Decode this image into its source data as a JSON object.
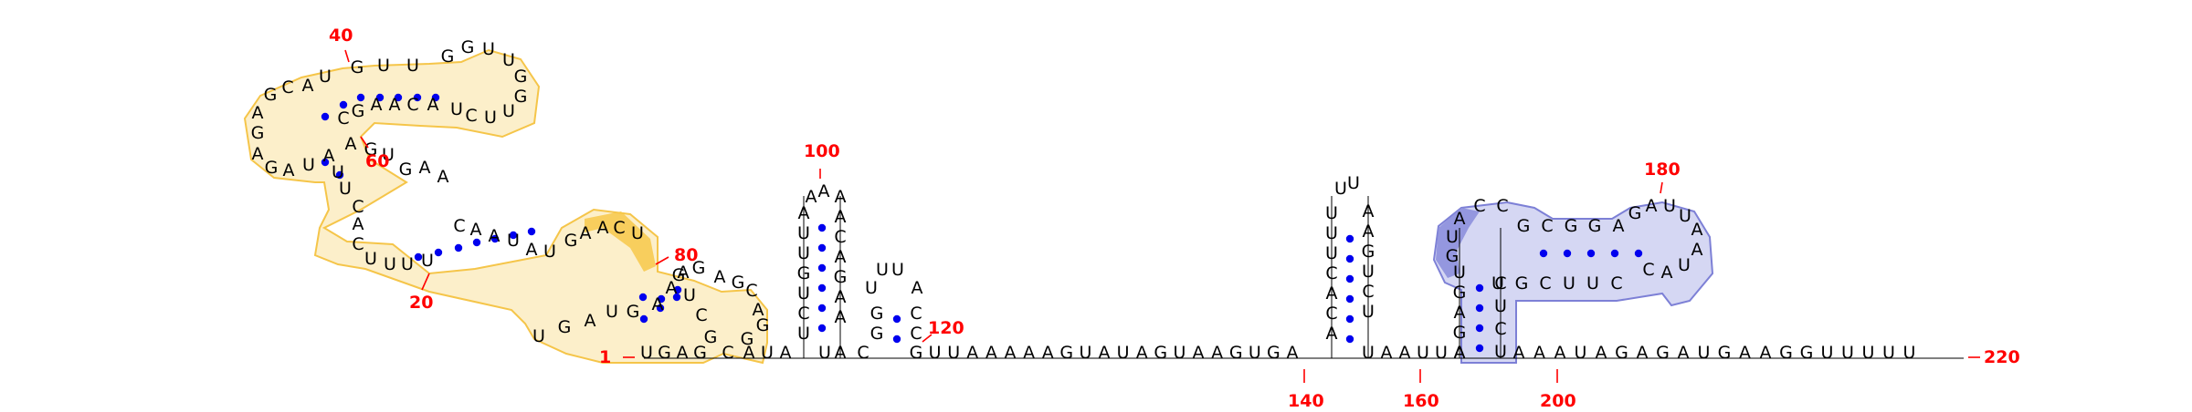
{
  "numbers": {
    "n1": "1",
    "n20": "20",
    "n40": "40",
    "n60": "60",
    "n80": "80",
    "n100": "100",
    "n120": "120",
    "n140": "140",
    "n160": "160",
    "n180": "180",
    "n200": "200",
    "n220": "220"
  },
  "colors": {
    "highlight_yellow_fill": "#fcefc8",
    "highlight_yellow_stroke": "#f5c240",
    "highlight_yellow_dark": "#f7c84a",
    "highlight_blue_fill": "#d5d7f3",
    "highlight_blue_stroke": "#7d80d6",
    "highlight_blue_dark": "#8d90dd",
    "base_pair": "#0000ee",
    "number_label": "#ff0000"
  },
  "segments": [
    {
      "id": "tail-5prime",
      "seq": [
        "U",
        "G",
        "A",
        "G"
      ]
    },
    {
      "id": "stem1-5prime",
      "seq": [
        "C"
      ]
    },
    {
      "id": "loop-a",
      "seq": [
        "A",
        "U",
        "A"
      ]
    },
    {
      "id": "hairpin-100-up",
      "seq": [
        "U",
        "C",
        "U",
        "G",
        "U",
        "U",
        "A"
      ]
    },
    {
      "id": "hairpin-100-loop",
      "seq": [
        "A",
        "A"
      ]
    },
    {
      "id": "hairpin-100-down",
      "seq": [
        "A",
        "A",
        "C",
        "A",
        "G",
        "A",
        "A"
      ]
    },
    {
      "id": "hairpin-120",
      "seq": [
        "U",
        "A",
        "C",
        "G",
        "G",
        "U",
        "U",
        "U",
        "A",
        "C",
        "C"
      ]
    },
    {
      "id": "linker-120-140",
      "seq": [
        "G",
        "U",
        "U",
        "A",
        "A",
        "A",
        "A",
        "A",
        "G",
        "U",
        "A",
        "U",
        "A",
        "G",
        "U",
        "A",
        "A",
        "G",
        "U",
        "G",
        "A"
      ]
    },
    {
      "id": "hairpin-140-up",
      "seq": [
        "A",
        "C",
        "A",
        "C",
        "U",
        "U",
        "U"
      ]
    },
    {
      "id": "hairpin-140-loop",
      "seq": [
        "U",
        "U"
      ]
    },
    {
      "id": "hairpin-140-down",
      "seq": [
        "A",
        "A",
        "G",
        "U",
        "C",
        "U"
      ]
    },
    {
      "id": "linker-140-160",
      "seq": [
        "U",
        "A",
        "A",
        "U",
        "U",
        "A"
      ]
    },
    {
      "id": "stem-160-up",
      "seq": [
        "A",
        "G",
        "A",
        "G"
      ]
    },
    {
      "id": "loop-160-left",
      "seq": [
        "U",
        "G",
        "U",
        "A",
        "C",
        "C"
      ]
    },
    {
      "id": "stem-180-top",
      "seq": [
        "G",
        "C",
        "G",
        "G",
        "A"
      ]
    },
    {
      "id": "loop-180",
      "seq": [
        "G",
        "A",
        "U",
        "U",
        "A",
        "A",
        "U",
        "A",
        "C"
      ]
    },
    {
      "id": "stem-180-bottom",
      "seq": [
        "C",
        "U",
        "U",
        "C",
        "G",
        "U"
      ]
    },
    {
      "id": "stem-160-down",
      "seq": [
        "C",
        "U",
        "C",
        "U"
      ]
    },
    {
      "id": "tail-3prime",
      "seq": [
        "A",
        "A",
        "A",
        "U",
        "A",
        "G",
        "A",
        "G",
        "A",
        "U",
        "G",
        "A",
        "A",
        "G",
        "G",
        "U",
        "U",
        "U",
        "U",
        "U"
      ]
    },
    {
      "id": "stem-80",
      "seq": [
        "G",
        "C",
        "U",
        "G",
        "G",
        "A",
        "G",
        "C",
        "A",
        "G",
        "G"
      ]
    },
    {
      "id": "loop-80",
      "seq": [
        "U",
        "C",
        "A",
        "A",
        "G"
      ]
    },
    {
      "id": "stem-20-right",
      "seq": [
        "U",
        "A",
        "U",
        "A",
        "A",
        "C"
      ]
    },
    {
      "id": "stem-20-left",
      "seq": [
        "U",
        "U",
        "U",
        "U",
        "C",
        "A",
        "C",
        "U",
        "U",
        "A",
        "U",
        "A"
      ]
    },
    {
      "id": "stem-40-left",
      "seq": [
        "G",
        "A",
        "G",
        "A",
        "G",
        "C",
        "A"
      ]
    },
    {
      "id": "stem-40-top",
      "seq": [
        "U",
        "G",
        "U",
        "U"
      ]
    },
    {
      "id": "loop-40",
      "seq": [
        "G",
        "G",
        "U",
        "U",
        "G",
        "G",
        "U",
        "U",
        "C",
        "U"
      ]
    },
    {
      "id": "stem-40-bottom",
      "seq": [
        "A",
        "C",
        "A",
        "A",
        "G",
        "C"
      ]
    },
    {
      "id": "stem-60",
      "seq": [
        "A",
        "G",
        "U",
        "G",
        "A",
        "A"
      ]
    },
    {
      "id": "stem-80-left",
      "seq": [
        "U",
        "G",
        "A",
        "U",
        "G",
        "A",
        "A",
        "A"
      ]
    }
  ]
}
